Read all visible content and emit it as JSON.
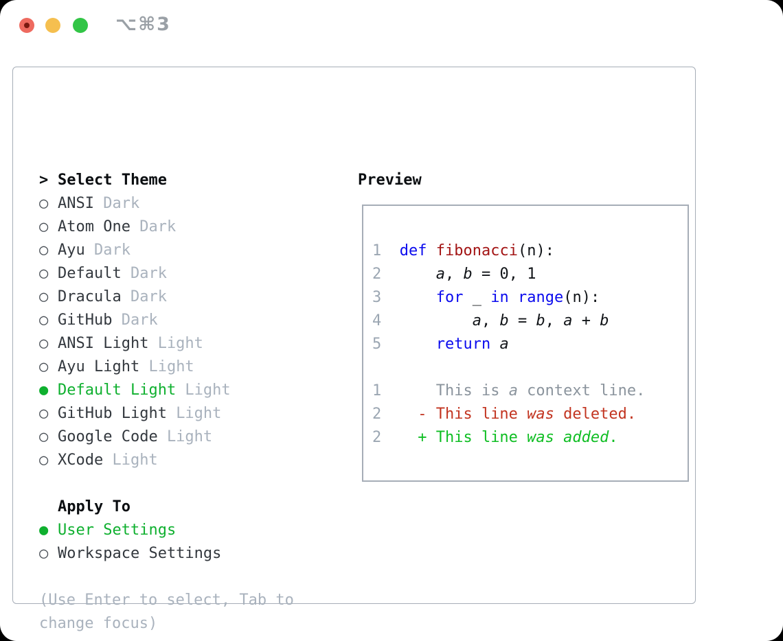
{
  "window": {
    "title": "⌥⌘3"
  },
  "colors": {
    "tl-red": "#ee6a5f",
    "tl-red-dot": "#7a190f",
    "tl-yellow": "#f5bf4f",
    "tl-green": "#32c546",
    "title-gray": "#9aa0a6",
    "border": "#a6adb7",
    "heading": "#0b0e11",
    "text-dark": "#33383e",
    "tag": "#a9b2bd",
    "hint": "#a9b2bd",
    "accent-green": "#0fb02f",
    "linenum": "#9ba6b2",
    "kw": "#0b0bee",
    "fn": "#a31515",
    "code": "#111418",
    "ctx": "#8b949d",
    "del": "#c23420",
    "add": "#0fbe23"
  },
  "panel": {
    "prompt": ">",
    "title": "Select Theme",
    "themes": [
      {
        "glyph": "○",
        "name": "ANSI",
        "tag": "Dark",
        "selected": false
      },
      {
        "glyph": "○",
        "name": "Atom One",
        "tag": "Dark",
        "selected": false
      },
      {
        "glyph": "○",
        "name": "Ayu",
        "tag": "Dark",
        "selected": false
      },
      {
        "glyph": "○",
        "name": "Default",
        "tag": "Dark",
        "selected": false
      },
      {
        "glyph": "○",
        "name": "Dracula",
        "tag": "Dark",
        "selected": false
      },
      {
        "glyph": "○",
        "name": "GitHub",
        "tag": "Dark",
        "selected": false
      },
      {
        "glyph": "○",
        "name": "ANSI Light",
        "tag": "Light",
        "selected": false
      },
      {
        "glyph": "○",
        "name": "Ayu Light",
        "tag": "Light",
        "selected": false
      },
      {
        "glyph": "●",
        "name": "Default Light",
        "tag": "Light",
        "selected": true
      },
      {
        "glyph": "○",
        "name": "GitHub Light",
        "tag": "Light",
        "selected": false
      },
      {
        "glyph": "○",
        "name": "Google Code",
        "tag": "Light",
        "selected": false
      },
      {
        "glyph": "○",
        "name": "XCode",
        "tag": "Light",
        "selected": false
      }
    ],
    "apply_to": {
      "label": "Apply To",
      "options": [
        {
          "glyph": "●",
          "label": "User Settings",
          "selected": true
        },
        {
          "glyph": "○",
          "label": "Workspace Settings",
          "selected": false
        }
      ]
    },
    "hint": "(Use Enter to select, Tab to change focus)"
  },
  "preview": {
    "label": "Preview",
    "code_lines": [
      {
        "num": "1",
        "tokens": [
          {
            "t": "  "
          },
          {
            "t": "def",
            "c": "kw"
          },
          {
            "t": " "
          },
          {
            "t": "fibonacci",
            "c": "fn"
          },
          {
            "t": "(n):"
          }
        ]
      },
      {
        "num": "2",
        "tokens": [
          {
            "t": "      "
          },
          {
            "t": "a",
            "i": true
          },
          {
            "t": ", "
          },
          {
            "t": "b",
            "i": true
          },
          {
            "t": " = 0, 1"
          }
        ]
      },
      {
        "num": "3",
        "tokens": [
          {
            "t": "      "
          },
          {
            "t": "for",
            "c": "kw"
          },
          {
            "t": " _ "
          },
          {
            "t": "in",
            "c": "kw"
          },
          {
            "t": " "
          },
          {
            "t": "range",
            "c": "kw"
          },
          {
            "t": "(n):"
          }
        ]
      },
      {
        "num": "4",
        "tokens": [
          {
            "t": "          "
          },
          {
            "t": "a",
            "i": true
          },
          {
            "t": ", "
          },
          {
            "t": "b",
            "i": true
          },
          {
            "t": " = "
          },
          {
            "t": "b",
            "i": true
          },
          {
            "t": ", "
          },
          {
            "t": "a",
            "i": true
          },
          {
            "t": " + "
          },
          {
            "t": "b",
            "i": true
          }
        ]
      },
      {
        "num": "5",
        "tokens": [
          {
            "t": "      "
          },
          {
            "t": "return",
            "c": "kw"
          },
          {
            "t": " "
          },
          {
            "t": "a",
            "i": true
          }
        ]
      }
    ],
    "diff_lines": [
      {
        "num": "1",
        "tokens": [
          {
            "t": "      This is ",
            "c": "ctx"
          },
          {
            "t": "a",
            "c": "ctx",
            "i": true
          },
          {
            "t": " context line.",
            "c": "ctx"
          }
        ]
      },
      {
        "num": "2",
        "tokens": [
          {
            "t": "    - This line ",
            "c": "del"
          },
          {
            "t": "was",
            "c": "del",
            "i": true
          },
          {
            "t": " deleted.",
            "c": "del"
          }
        ]
      },
      {
        "num": "2",
        "tokens": [
          {
            "t": "    + This line ",
            "c": "add"
          },
          {
            "t": "was",
            "c": "add",
            "i": true
          },
          {
            "t": " ",
            "c": "add"
          },
          {
            "t": "added",
            "c": "add",
            "i": true
          },
          {
            "t": ".",
            "c": "add"
          }
        ]
      }
    ]
  }
}
